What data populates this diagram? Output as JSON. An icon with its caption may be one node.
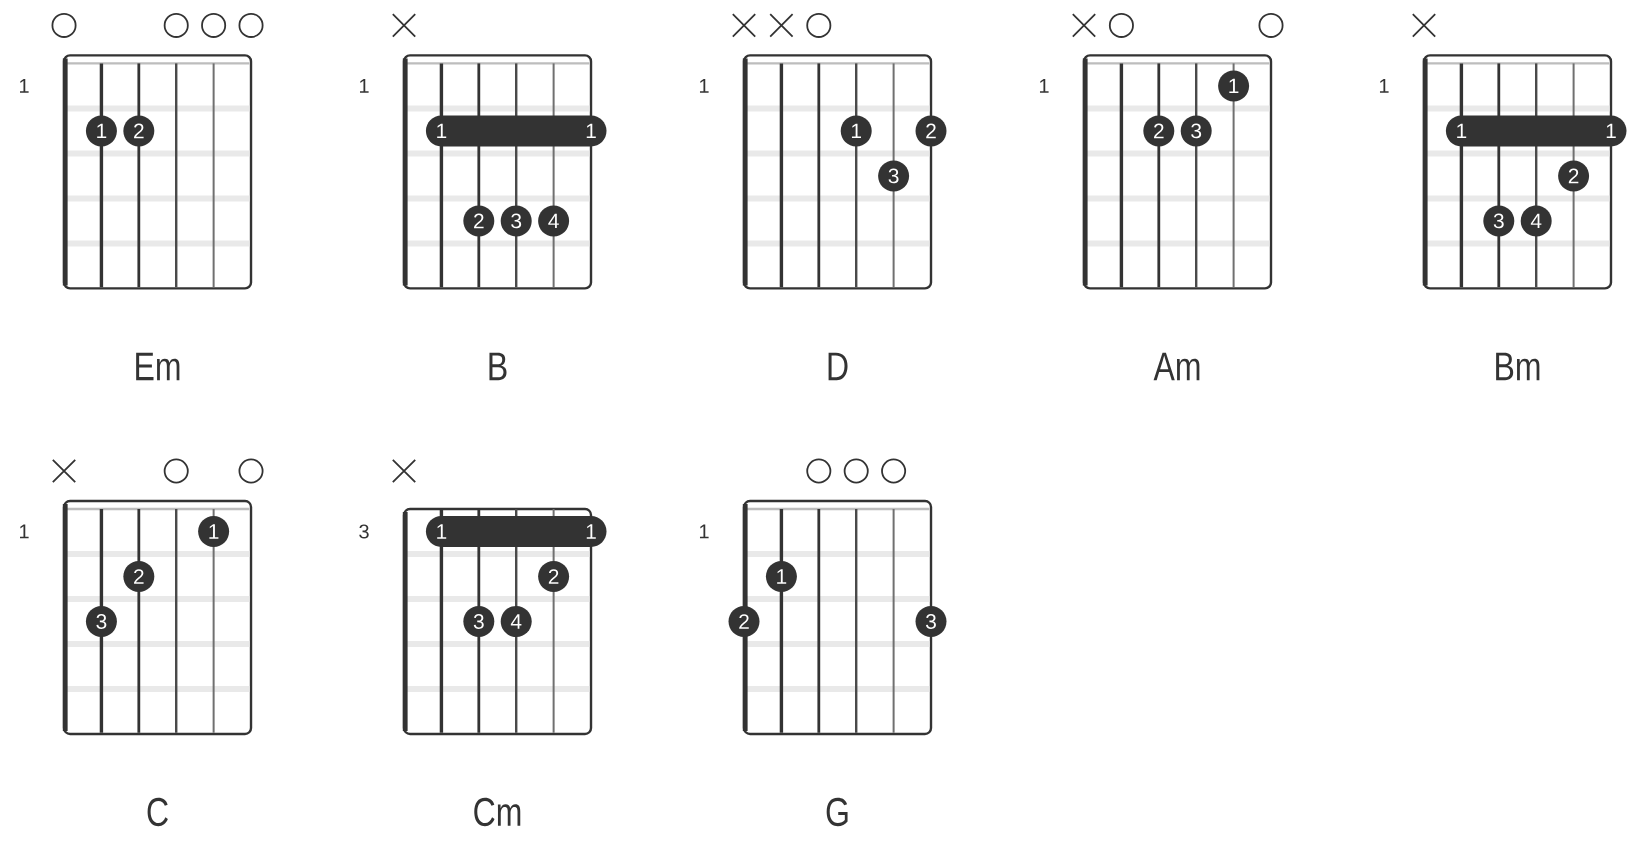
{
  "diagram": {
    "nodes": [
      {
        "text": [],
        "shape": "box",
        "beside": [
          "1",
          "Em"
        ]
      },
      {
        "text": [
          "1"
        ],
        "in": 0
      },
      {
        "text": [
          "2"
        ],
        "in": 0
      },
      {
        "text": [],
        "shape": "box",
        "beside": [
          "1",
          "B"
        ]
      },
      {
        "text": [
          "1",
          "1"
        ]
      },
      {
        "text": [
          "2"
        ],
        "in": 3
      },
      {
        "text": [
          "3"
        ],
        "in": 3
      },
      {
        "text": [
          "4"
        ],
        "in": 3
      },
      {
        "text": [],
        "shape": "box",
        "beside": [
          "1",
          "D"
        ]
      },
      {
        "text": [
          "1"
        ],
        "in": 8
      },
      {
        "text": [
          "2"
        ]
      },
      {
        "text": [
          "3"
        ],
        "in": 8
      },
      {
        "text": [],
        "shape": "box",
        "beside": [
          "1",
          "Am"
        ]
      },
      {
        "text": [
          "1"
        ],
        "in": 12
      },
      {
        "text": [
          "2"
        ],
        "in": 12
      },
      {
        "text": [
          "3"
        ],
        "in": 12
      },
      {
        "text": [],
        "shape": "box",
        "beside": [
          "1",
          "Bm"
        ]
      },
      {
        "text": [
          "1",
          "1"
        ]
      },
      {
        "text": [
          "2"
        ],
        "in": 16
      },
      {
        "text": [
          "3"
        ],
        "in": 16
      },
      {
        "text": [
          "4"
        ],
        "in": 16
      },
      {
        "text": [],
        "shape": "box",
        "beside": [
          "1",
          "C"
        ]
      },
      {
        "text": [
          "1"
        ],
        "in": 21
      },
      {
        "text": [
          "2"
        ],
        "in": 21
      },
      {
        "text": [
          "3"
        ],
        "in": 21
      },
      {
        "text": [],
        "shape": "box",
        "beside": [
          "3",
          "Cm"
        ]
      },
      {
        "text": [
          "1",
          "1"
        ]
      },
      {
        "text": [
          "2"
        ],
        "in": 25
      },
      {
        "text": [
          "3"
        ],
        "in": 25
      },
      {
        "text": [
          "4"
        ],
        "in": 25
      },
      {
        "text": [],
        "shape": "box",
        "beside": [
          "1",
          "G"
        ]
      },
      {
        "text": [
          "1"
        ],
        "in": 30
      },
      {
        "text": [
          "2"
        ]
      },
      {
        "text": [
          "3"
        ]
      }
    ]
  }
}
